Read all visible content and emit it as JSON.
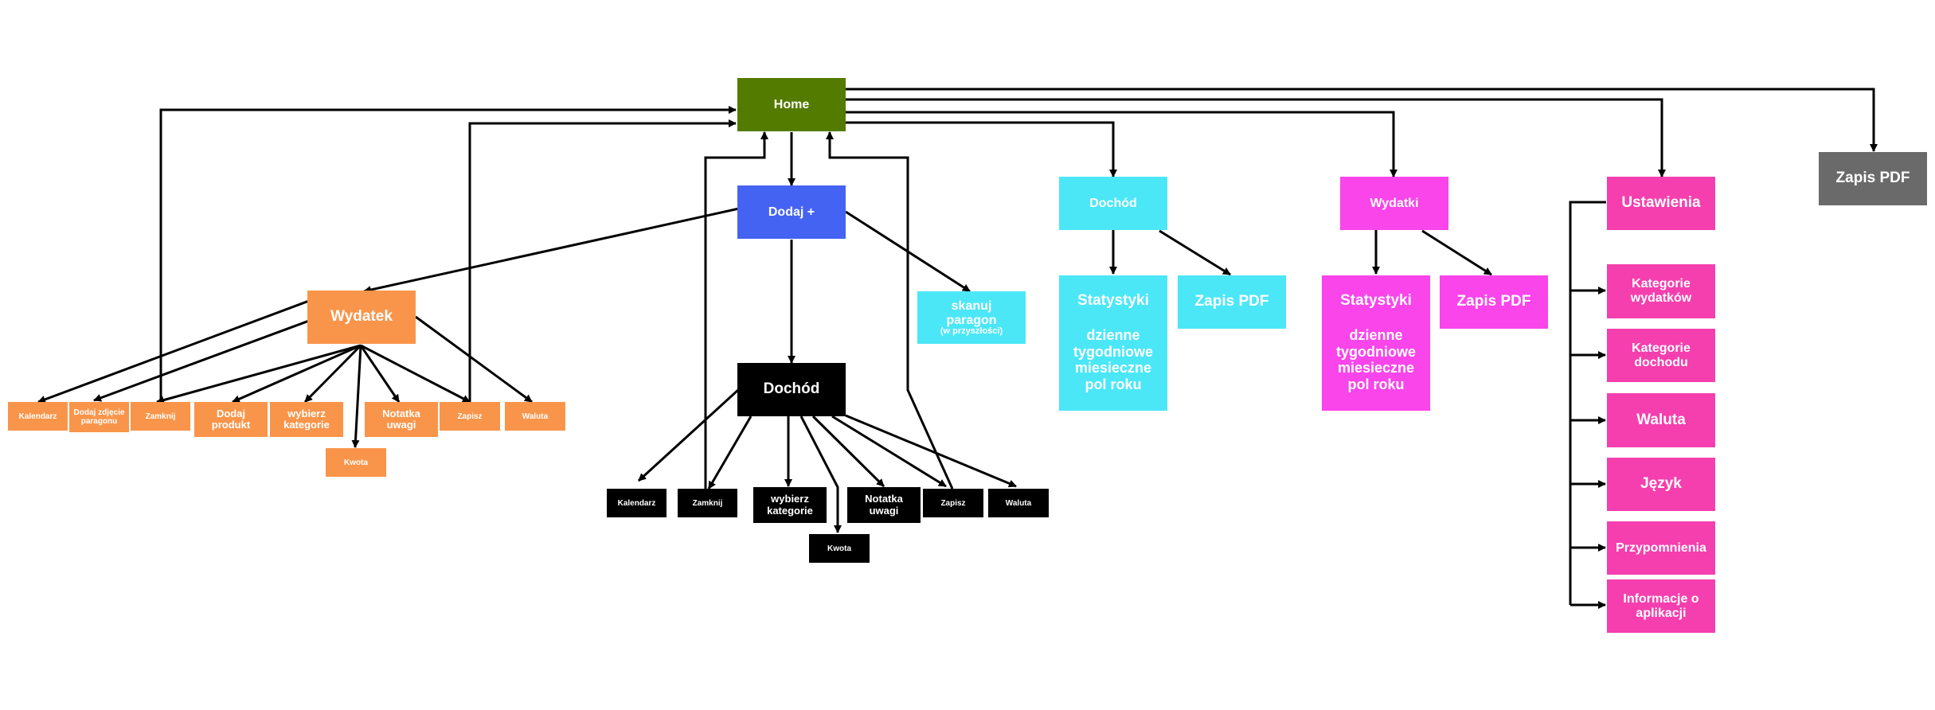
{
  "nodes": {
    "home": "Home",
    "dodaj": "Dodaj +",
    "wydatek": "Wydatek",
    "dochod_main": "Dochód",
    "skanuj": "skanuj paragon",
    "skanuj_sub": "(w przyszłości)",
    "w_kalendarz": "Kalendarz",
    "w_zdjecie": "Dodaj zdjęcie paragonu",
    "w_zamknij": "Zamknij",
    "w_produkt": "Dodaj produkt",
    "w_kategorie": "wybierz kategorie",
    "w_notatka": "Notatka uwagi",
    "w_zapisz": "Zapisz",
    "w_waluta": "Waluta",
    "w_kwota": "Kwota",
    "d_kalendarz": "Kalendarz",
    "d_zamknij": "Zamknij",
    "d_kategorie": "wybierz kategorie",
    "d_notatka": "Notatka uwagi",
    "d_zapisz": "Zapisz",
    "d_waluta": "Waluta",
    "d_kwota": "Kwota",
    "dochod_top": "Dochód",
    "dochod_stat_title": "Statystyki",
    "dochod_stat_lines": "dzienne tygodniowe miesieczne pol roku",
    "dochod_pdf": "Zapis PDF",
    "wydatki_top": "Wydatki",
    "wydatki_stat_title": "Statystyki",
    "wydatki_stat_lines": "dzienne tygodniowe miesieczne pol roku",
    "wydatki_pdf": "Zapis PDF",
    "ustawienia": "Ustawienia",
    "kat_wydatkow": "Kategorie wydatków",
    "kat_dochodu": "Kategorie dochodu",
    "u_waluta": "Waluta",
    "jezyk": "Język",
    "przypomnienia": "Przypomnienia",
    "informacje": "Informacje o aplikacji",
    "zapis_pdf_main": "Zapis PDF"
  },
  "colors": {
    "home": "#537b00",
    "dodaj": "#4563f2",
    "wydatek": "#f9954a",
    "dochod_main": "#000000",
    "dochod_top": "#4be7f7",
    "wydatki_top": "#f945ea",
    "ustawienia": "#f53fae",
    "zapis_pdf": "#6a6a6a",
    "connector": "#000000"
  }
}
